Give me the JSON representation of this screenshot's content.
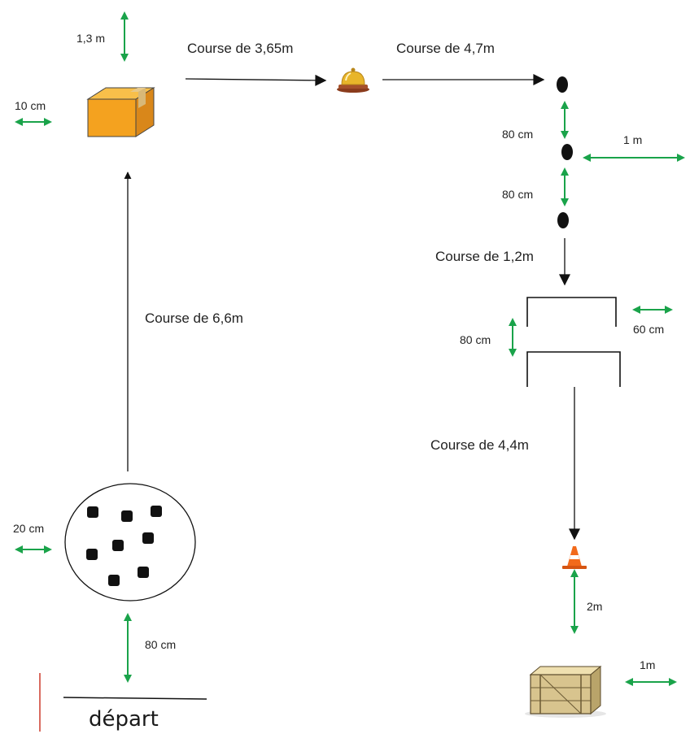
{
  "labels": {
    "course_6_6": "Course de 6,6m",
    "course_3_65": "Course de 3,65m",
    "course_4_7": "Course de 4,7m",
    "course_1_2": "Course de 1,2m",
    "course_4_4": "Course de 4,4m",
    "dist_1_3m": "1,3 m",
    "dist_10cm": "10 cm",
    "dist_20cm": "20 cm",
    "dist_80cm_start": "80 cm",
    "dist_80cm_dot1": "80 cm",
    "dist_80cm_dot2": "80 cm",
    "dist_1m_dots": "1 m",
    "dist_80cm_hurdles": "80 cm",
    "dist_60cm": "60 cm",
    "dist_2m": "2m",
    "dist_1m_crate": "1m",
    "start": "départ"
  },
  "colors": {
    "arrow_black": "#111111",
    "measure_green": "#1aa34a",
    "box_orange": "#f4a21f",
    "cone_orange": "#f26a1b",
    "bell_gold": "#e8b52a",
    "bell_base": "#8a3b1c",
    "crate_wood": "#d8c48e"
  },
  "icons": [
    "box-icon",
    "bell-icon",
    "cone-icon",
    "crate-icon",
    "marker-dot-icon",
    "beanbag-icon"
  ]
}
